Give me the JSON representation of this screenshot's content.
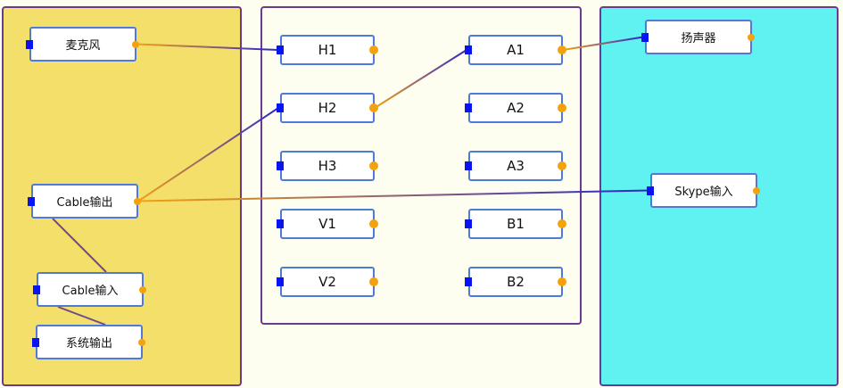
{
  "panels": {
    "left": {
      "color": "#f5df6b"
    },
    "middle": {
      "color": "#fefef0"
    },
    "right": {
      "color": "#5ff2f0"
    }
  },
  "inputs": [
    {
      "id": "mic",
      "label": "麦克风"
    },
    {
      "id": "cable_out",
      "label": "Cable输出"
    },
    {
      "id": "cable_in",
      "label": "Cable输入"
    },
    {
      "id": "sys_out",
      "label": "系统输出"
    }
  ],
  "buses_hardware": [
    {
      "id": "h1",
      "label": "H1"
    },
    {
      "id": "h2",
      "label": "H2"
    },
    {
      "id": "h3",
      "label": "H3"
    },
    {
      "id": "v1",
      "label": "V1"
    },
    {
      "id": "v2",
      "label": "V2"
    }
  ],
  "buses_output": [
    {
      "id": "a1",
      "label": "A1"
    },
    {
      "id": "a2",
      "label": "A2"
    },
    {
      "id": "a3",
      "label": "A3"
    },
    {
      "id": "b1",
      "label": "B1"
    },
    {
      "id": "b2",
      "label": "B2"
    }
  ],
  "outputs": [
    {
      "id": "speaker",
      "label": "扬声器"
    },
    {
      "id": "skype_in",
      "label": "Skype输入"
    }
  ],
  "connections": [
    {
      "from": "mic",
      "to": "h1"
    },
    {
      "from": "cable_out",
      "to": "h2"
    },
    {
      "from": "h2",
      "to": "a1"
    },
    {
      "from": "a1",
      "to": "speaker"
    },
    {
      "from": "cable_out",
      "to": "skype_in"
    },
    {
      "from": "cable_out",
      "to": "cable_in"
    },
    {
      "from": "cable_in",
      "to": "sys_out"
    }
  ],
  "colors": {
    "port_in": "#0a14f0",
    "port_out": "#f5a10e",
    "node_border": "#4f7bd6",
    "panel_border": "#6a3a8c"
  }
}
